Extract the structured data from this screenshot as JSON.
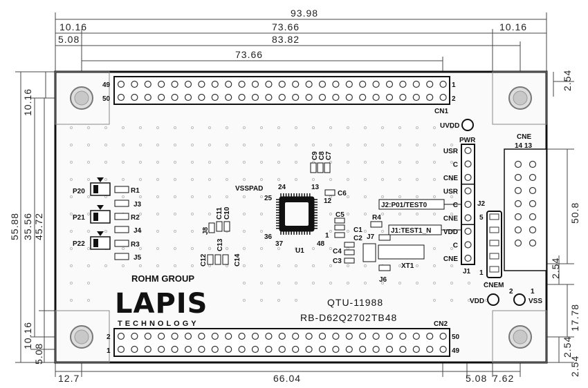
{
  "dimensions": {
    "top": [
      "93.98",
      "10.16",
      "73.66",
      "10.16",
      "5.08",
      "83.82",
      "73.66"
    ],
    "left": [
      "55.88",
      "35.56",
      "45.72",
      "10.16",
      "10.16",
      "5.08"
    ],
    "right": [
      "2.54",
      "50.8",
      "2.54",
      "17.78",
      "2.54",
      "2.54"
    ],
    "bottom": [
      "12.7",
      "66.04",
      "5.08",
      "7.62"
    ]
  },
  "connectors": {
    "cn1": {
      "name": "CN1",
      "pin_left_top": "49",
      "pin_left_bottom": "50",
      "pin_right_top": "1",
      "pin_right_bottom": "2"
    },
    "cn2": {
      "name": "CN2",
      "pin_left_top": "2",
      "pin_left_bottom": "1",
      "pin_right_top": "50",
      "pin_right_bottom": "49"
    }
  },
  "labels": {
    "uvdd": "UVDD",
    "pwr": "PWR",
    "cne": "CNE",
    "cne_pins": "14  13",
    "j1_labels": [
      "USR",
      "C",
      "CNE",
      "USR",
      "C",
      "CNE",
      "VDD",
      "C",
      "CNE"
    ],
    "j1": "J1",
    "j2": "J2",
    "j2_pin5": "5",
    "j2_pin1": "1",
    "cnem": "CNEM",
    "vdd": "VDD",
    "vss": "VSS",
    "pin2": "2",
    "pin1": "1",
    "j2_callout": "J2:P01/TEST0",
    "j1_callout": "J1:TEST1_N",
    "caps_top": [
      "C9",
      "C8",
      "C7"
    ],
    "c6": "C6",
    "c5": "C5",
    "c1": "C1",
    "c2": "C2",
    "c4": "C4",
    "c3": "C3",
    "r4": "R4",
    "j7": "J7",
    "xt1": "XT1",
    "j6": "J6",
    "vsspad": "VSSPAD",
    "u1": "U1",
    "u1_pins": [
      "24",
      "13",
      "25",
      "12",
      "36",
      "37",
      "48",
      "1"
    ],
    "leds": [
      "P20",
      "P21",
      "P22"
    ],
    "resistors": [
      "R1",
      "J3",
      "R2",
      "J4",
      "R3",
      "J5"
    ],
    "j8": "J8",
    "c11": "C11",
    "c10": "C10",
    "c13": "C13",
    "c12": "C12",
    "c14": "C14"
  },
  "branding": {
    "group": "ROHM GROUP",
    "logo": "LAPIS",
    "tagline": "TECHNOLOGY",
    "board_id": "QTU-11988",
    "board_model": "RB-D62Q2702TB48"
  }
}
